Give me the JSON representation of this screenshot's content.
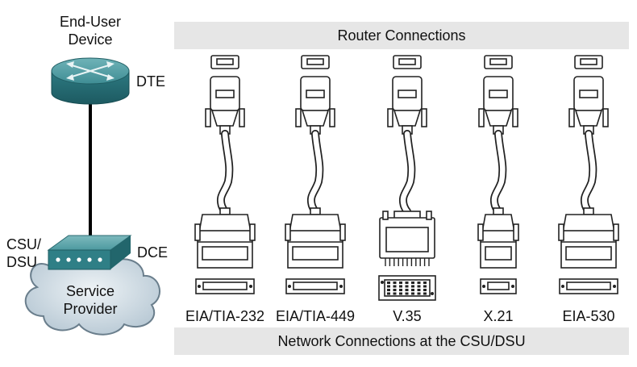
{
  "banners": {
    "top": "Router Connections",
    "bottom": "Network Connections at the CSU/DSU"
  },
  "devices": {
    "end_user_line1": "End-User",
    "end_user_line2": "Device",
    "dte": "DTE",
    "csu_line1": "CSU/",
    "csu_line2": "DSU",
    "dce": "DCE",
    "cloud_line1": "Service",
    "cloud_line2": "Provider"
  },
  "cables": [
    {
      "label": "EIA/TIA-232",
      "type": "db"
    },
    {
      "label": "EIA/TIA-449",
      "type": "db"
    },
    {
      "label": "V.35",
      "type": "v35"
    },
    {
      "label": "X.21",
      "type": "small-db"
    },
    {
      "label": "EIA-530",
      "type": "db"
    }
  ],
  "colors": {
    "banner": "#e6e6e6",
    "router": "#2f7f86",
    "csu": "#2f7f86",
    "cloud": "#c9d6df"
  }
}
